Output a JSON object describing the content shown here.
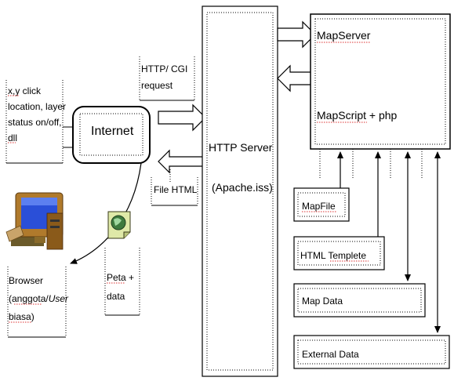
{
  "request_note": [
    "x,y click",
    "location, layer",
    "status on/off,",
    "dll"
  ],
  "internet_label": "Internet",
  "http_cgi_label": [
    "HTTP/ CGI",
    "request"
  ],
  "file_html_label": "File HTML",
  "http_server_label": "HTTP Server",
  "apache_label": "(Apache.iss)",
  "mapserver_label": "MapServer",
  "mapscript_label": "MapScript + php",
  "mapfile_label": "MapFile",
  "html_template_label": "HTML Templete",
  "map_data_label": "Map Data",
  "external_data_label": "External Data",
  "browser_label": [
    "Browser",
    "(anggota/",
    "User",
    "biasa)"
  ],
  "peta_label": [
    "Peta +",
    "data"
  ]
}
